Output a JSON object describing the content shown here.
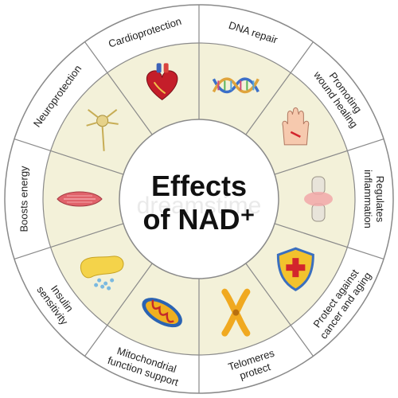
{
  "colors": {
    "outer_ring_fill": "#ffffff",
    "outer_ring_border": "#8a8a8a",
    "segment_fill": "#f3f1d9",
    "center_fill": "#ffffff",
    "divider": "#8a8a8a"
  },
  "center": {
    "line1": "Effects",
    "line2": "of NAD⁺"
  },
  "watermark": "dreamstime",
  "segments": [
    {
      "lines": [
        "Cardioprotection"
      ],
      "icon": "heart-icon"
    },
    {
      "lines": [
        "DNA repair"
      ],
      "icon": "dna-icon"
    },
    {
      "lines": [
        "Promoting",
        "wound healing"
      ],
      "icon": "wounded-hand-icon"
    },
    {
      "lines": [
        "Regulates",
        "inflammation"
      ],
      "icon": "knee-joint-icon"
    },
    {
      "lines": [
        "Protect against",
        "cancer and aging"
      ],
      "icon": "shield-cross-icon"
    },
    {
      "lines": [
        "Telomeres",
        "protect"
      ],
      "icon": "chromosome-icon"
    },
    {
      "lines": [
        "Mitochondrial",
        "function support"
      ],
      "icon": "mitochondria-icon"
    },
    {
      "lines": [
        "Insulin",
        "sensitivity"
      ],
      "icon": "pancreas-icon"
    },
    {
      "lines": [
        "Boosts energy"
      ],
      "icon": "muscle-icon"
    },
    {
      "lines": [
        "Neuroprotection"
      ],
      "icon": "neuron-icon"
    }
  ]
}
